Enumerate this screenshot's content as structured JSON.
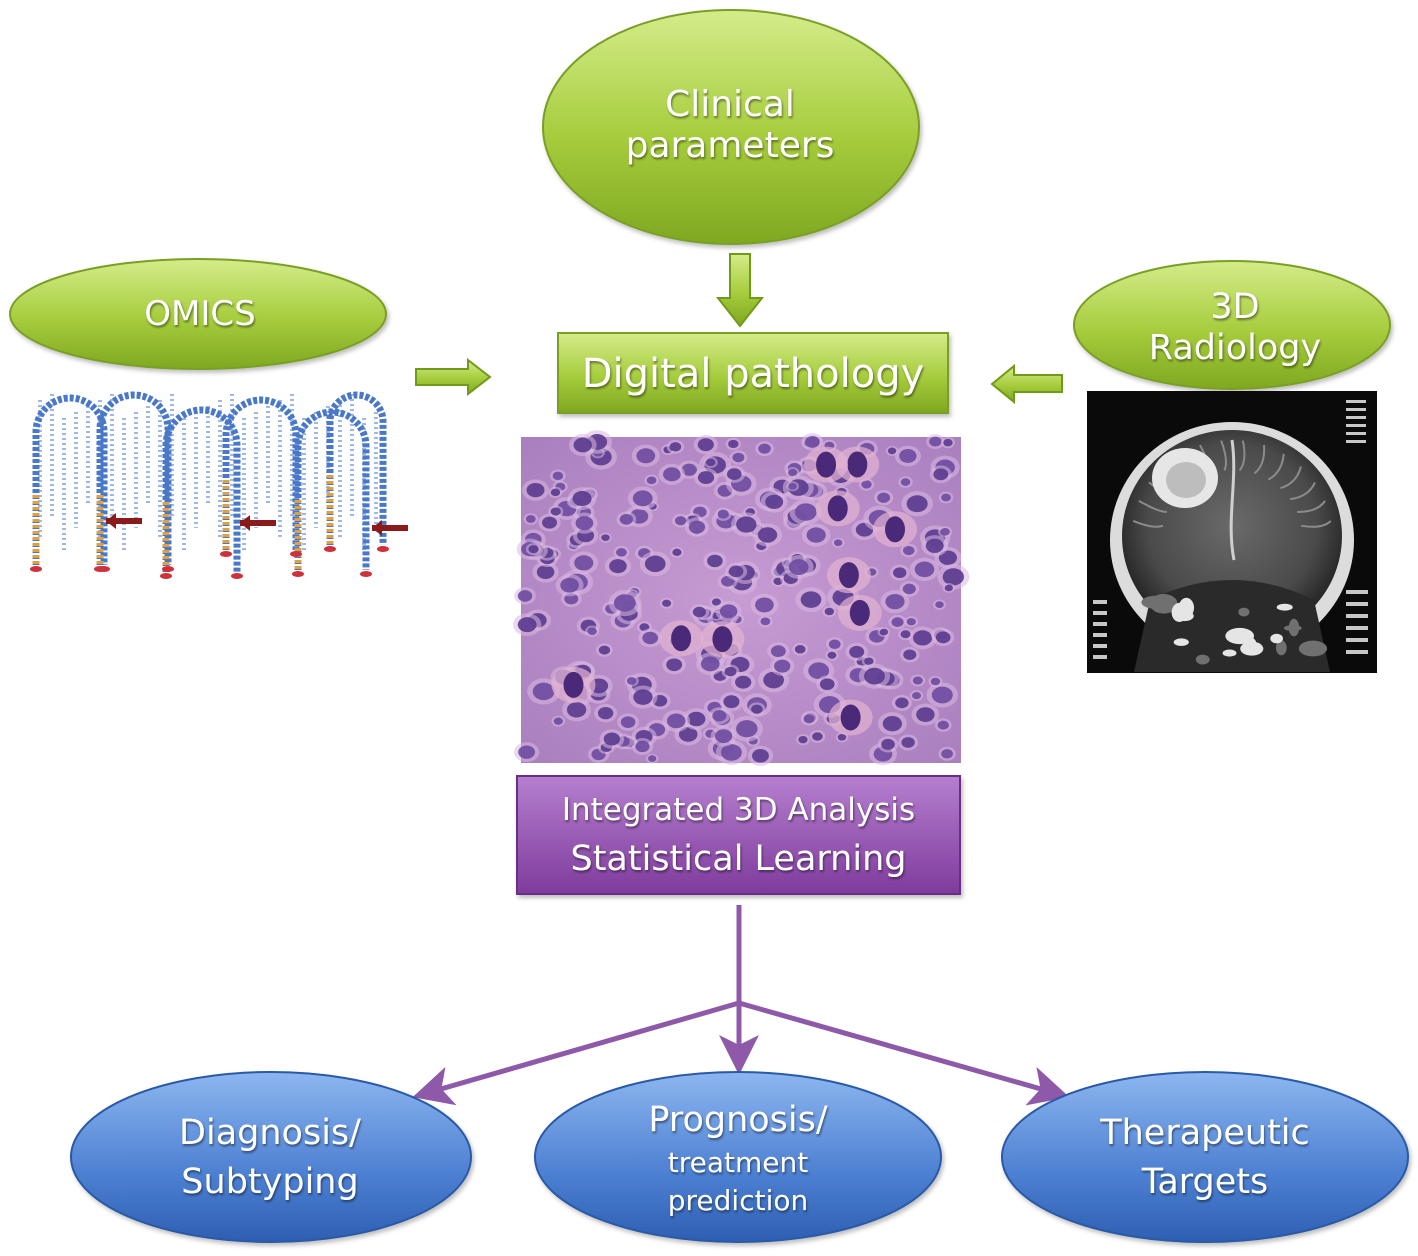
{
  "colors": {
    "green_dark": "#6f9a1a",
    "green_light": "#c3e070",
    "purple_dark": "#6b2f86",
    "purple_light": "#a96cc4",
    "blue_dark": "#1f4f9a",
    "blue_light": "#6f9fe3",
    "arrow_purple": "#8e59a8"
  },
  "nodes": {
    "clinical": {
      "line1": "Clinical",
      "line2": "parameters"
    },
    "omics": {
      "label": "OMICS"
    },
    "radiology": {
      "line1": "3D",
      "line2": "Radiology"
    },
    "digital_pathology": {
      "label": "Digital pathology"
    },
    "integrated": {
      "line1": "Integrated 3D Analysis",
      "line2": "Statistical Learning"
    },
    "diagnosis": {
      "line1": "Diagnosis/",
      "line2": "Subtyping"
    },
    "prognosis": {
      "line1": "Prognosis/",
      "line2": "treatment",
      "line3": "prediction"
    },
    "therapeutic": {
      "line1": "Therapeutic",
      "line2": "Targets"
    }
  },
  "images": {
    "omics": "omics-molecule-illustration",
    "histology": "histology-slide-image",
    "mri": "brain-mri-image"
  }
}
